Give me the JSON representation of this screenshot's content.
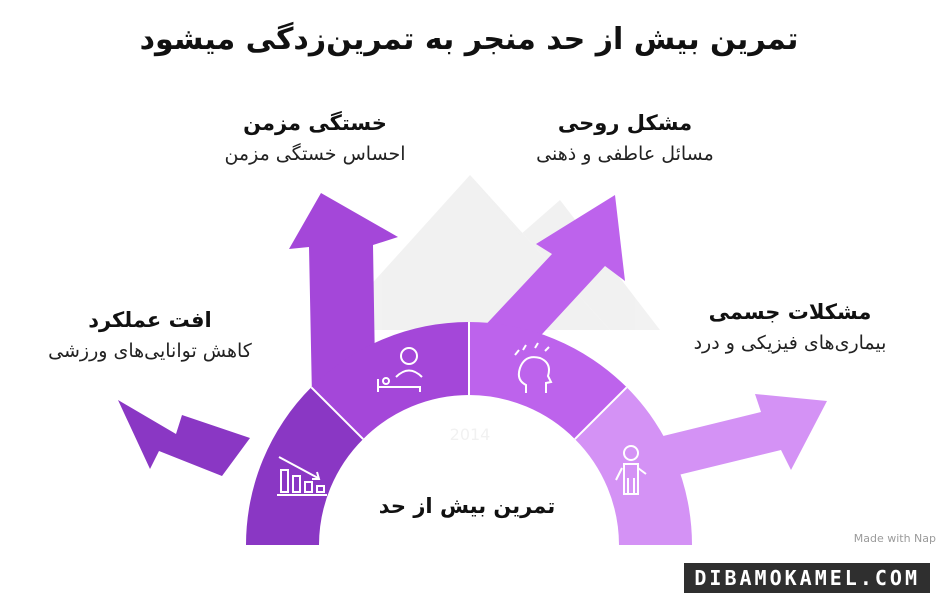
{
  "title": "تمرین بیش از حد منجر به تمرین‌زدگی میشود",
  "center": "تمرین بیش از حد",
  "branches": [
    {
      "heading": "افت عملکرد",
      "sub": "کاهش توانایی‌های ورزشی",
      "icon": "declining-bar-chart-icon"
    },
    {
      "heading": "خستگی مزمن",
      "sub": "احساس خستگی مزمن",
      "icon": "person-resting-icon"
    },
    {
      "heading": "مشکل روحی",
      "sub": "مسائل عاطفی و ذهنی",
      "icon": "stressed-head-icon"
    },
    {
      "heading": "مشکلات جسمی",
      "sub": "بیماری‌های فیزیکی و درد",
      "icon": "injured-person-icon"
    }
  ],
  "colors": {
    "segment1": "#8a37c4",
    "segment2": "#a447d9",
    "segment3": "#bd63ec",
    "segment4": "#d492f5",
    "text": "#111111"
  },
  "watermark": "DIBAMOKAMEL.COM",
  "made_with": "Made with Nap"
}
